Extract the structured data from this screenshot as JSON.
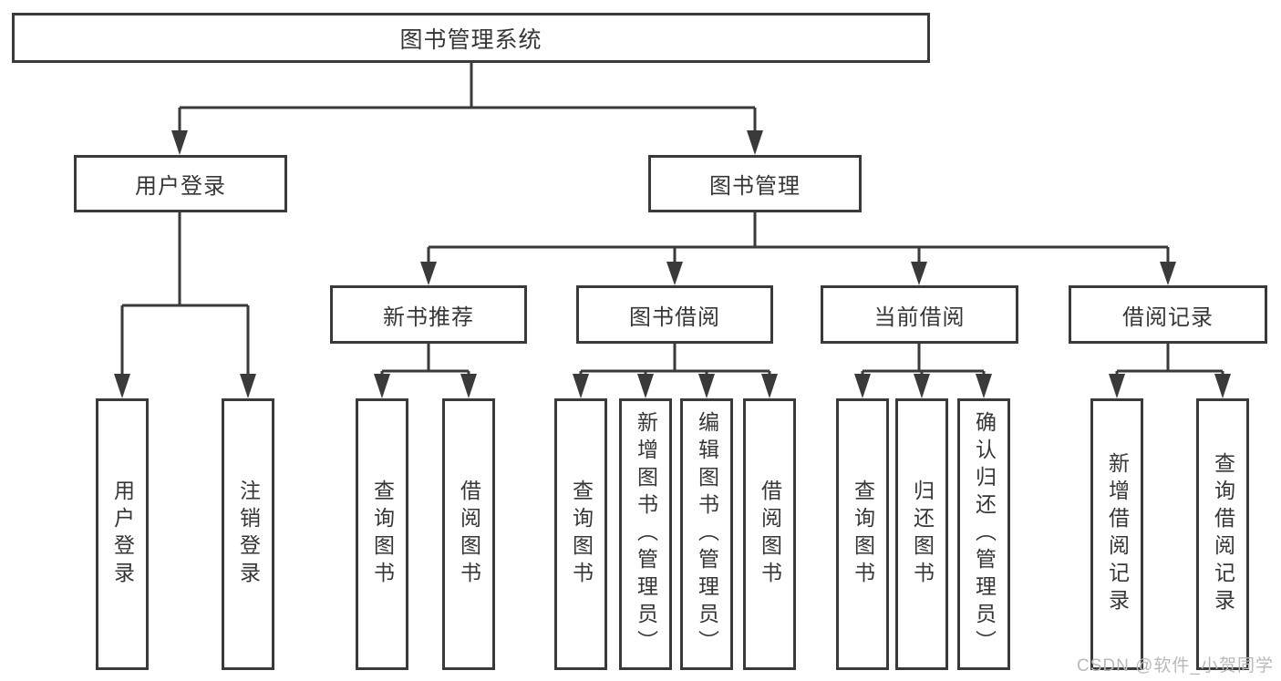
{
  "diagram": {
    "title": "图书管理系统",
    "tree": {
      "root": {
        "label": "图书管理系统"
      },
      "branches": [
        {
          "label": "用户登录",
          "children": [
            {
              "label": "用户登录"
            },
            {
              "label": "注销登录"
            }
          ]
        },
        {
          "label": "图书管理",
          "children": [
            {
              "label": "新书推荐",
              "children": [
                {
                  "label": "查询图书"
                },
                {
                  "label": "借阅图书"
                }
              ]
            },
            {
              "label": "图书借阅",
              "children": [
                {
                  "label": "查询图书"
                },
                {
                  "label": "新增图书（管理员）"
                },
                {
                  "label": "编辑图书（管理员）"
                },
                {
                  "label": "借阅图书"
                }
              ]
            },
            {
              "label": "当前借阅",
              "children": [
                {
                  "label": "查询图书"
                },
                {
                  "label": "归还图书"
                },
                {
                  "label": "确认归还（管理员）"
                }
              ]
            },
            {
              "label": "借阅记录",
              "children": [
                {
                  "label": "新增借阅记录"
                },
                {
                  "label": "查询借阅记录"
                }
              ]
            }
          ]
        }
      ]
    },
    "colors": {
      "line": "#3a3a3a",
      "text": "#363636",
      "box_background": "#ffffff",
      "watermark": "#b9b9b9",
      "page_background": "#ffffff"
    }
  },
  "watermark": {
    "text": "CSDN @软件_小贺同学"
  }
}
